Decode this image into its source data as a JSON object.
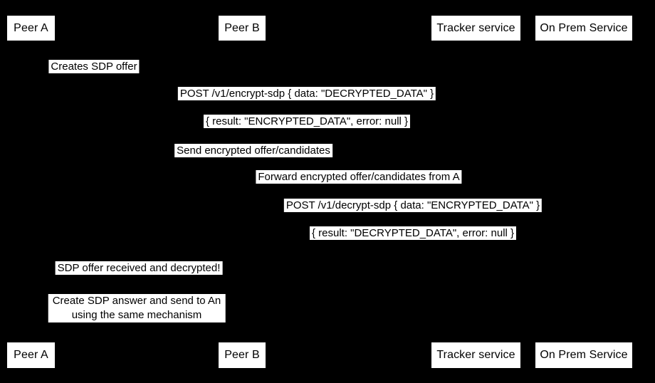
{
  "diagram": {
    "type": "sequence-diagram"
  },
  "colors": {
    "background": "#000000",
    "box_fill": "#ffffff",
    "box_text": "#000000"
  },
  "actors": {
    "peer_a": "Peer A",
    "peer_b": "Peer B",
    "tracker": "Tracker service",
    "on_prem": "On Prem Service"
  },
  "messages": [
    {
      "text": "Creates SDP offer"
    },
    {
      "text": "POST /v1/encrypt-sdp { data: \"DECRYPTED_DATA\" }"
    },
    {
      "text": "{ result: \"ENCRYPTED_DATA\", error: null }"
    },
    {
      "text": "Send encrypted offer/candidates"
    },
    {
      "text": "Forward encrypted offer/candidates from A"
    },
    {
      "text": "POST /v1/decrypt-sdp { data: \"ENCRYPTED_DATA\" }"
    },
    {
      "text": "{ result: \"DECRYPTED_DATA\", error: null }"
    },
    {
      "text": "SDP offer received and decrypted!"
    }
  ],
  "note": {
    "text": "Create SDP answer and send to An\nusing the same mechanism"
  }
}
